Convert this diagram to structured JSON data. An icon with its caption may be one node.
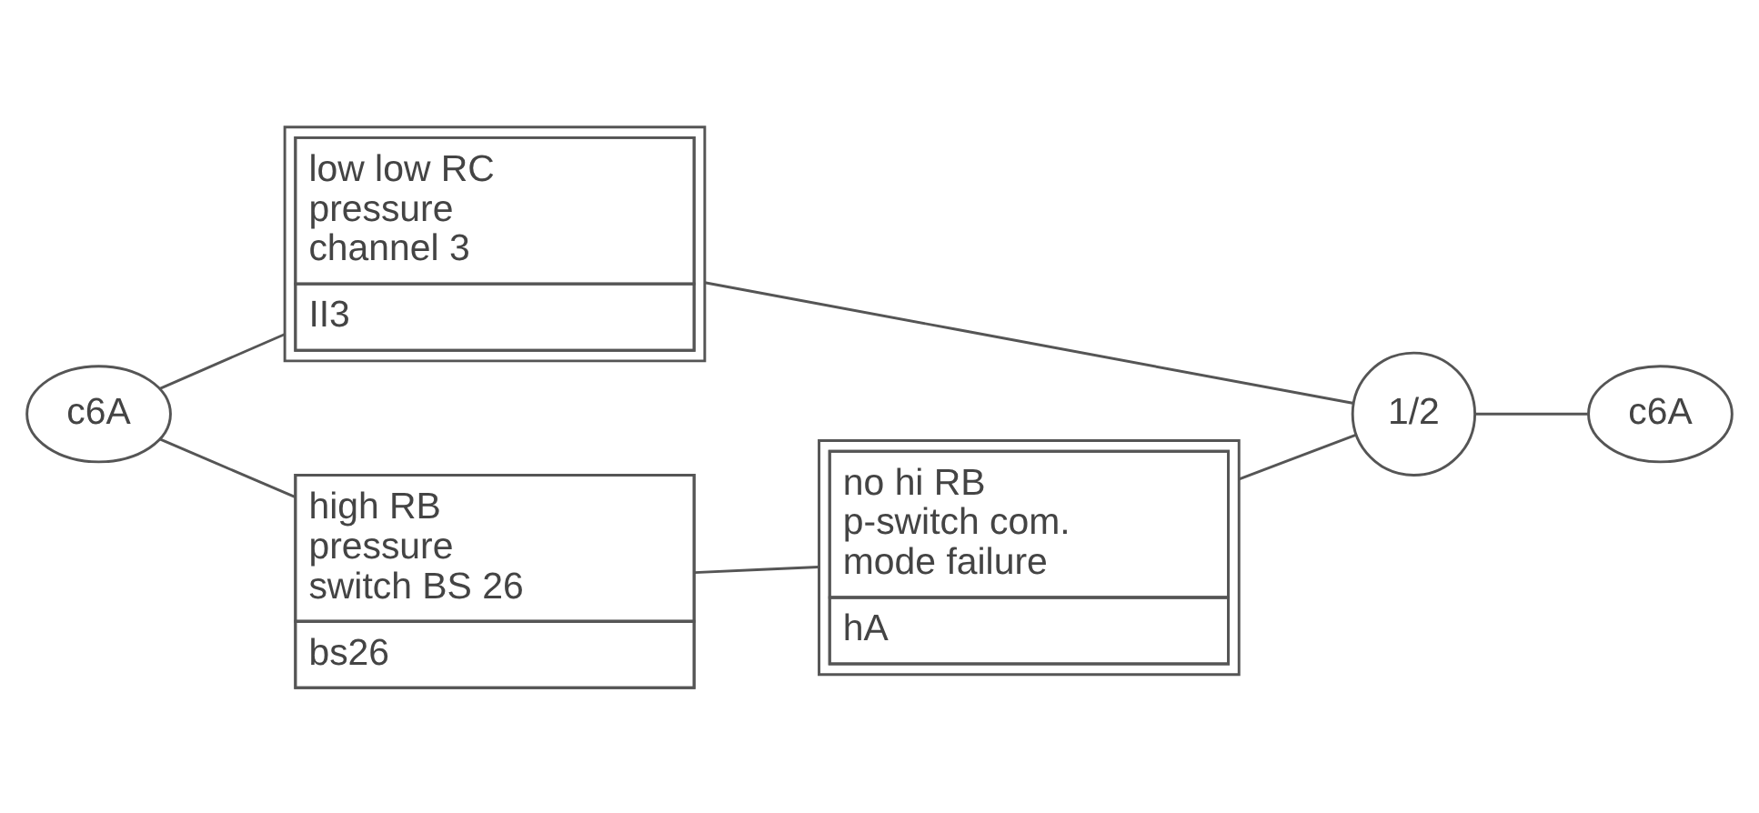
{
  "diagram": {
    "nodes": [
      {
        "text": [
          "low low RC pressure channel 3",
          "II3"
        ]
      },
      {
        "text": [
          "c6A"
        ]
      },
      {
        "text": [
          "1/2"
        ]
      },
      {
        "text": [
          "c6A"
        ]
      },
      {
        "text": [
          "high RB pressure switch BS 26",
          "bs26"
        ]
      },
      {
        "text": [
          "no hi RB p-switch com. mode failure",
          "hA"
        ]
      }
    ],
    "edges": [
      {
        "from": 1,
        "to": 0,
        "arrow": "none"
      },
      {
        "from": 1,
        "to": 4,
        "arrow": "none"
      },
      {
        "from": 4,
        "to": 5,
        "arrow": "none"
      },
      {
        "from": 0,
        "to": 2,
        "arrow": "none"
      },
      {
        "from": 5,
        "to": 2,
        "arrow": "none"
      },
      {
        "from": 2,
        "to": 3,
        "arrow": "none"
      }
    ]
  }
}
